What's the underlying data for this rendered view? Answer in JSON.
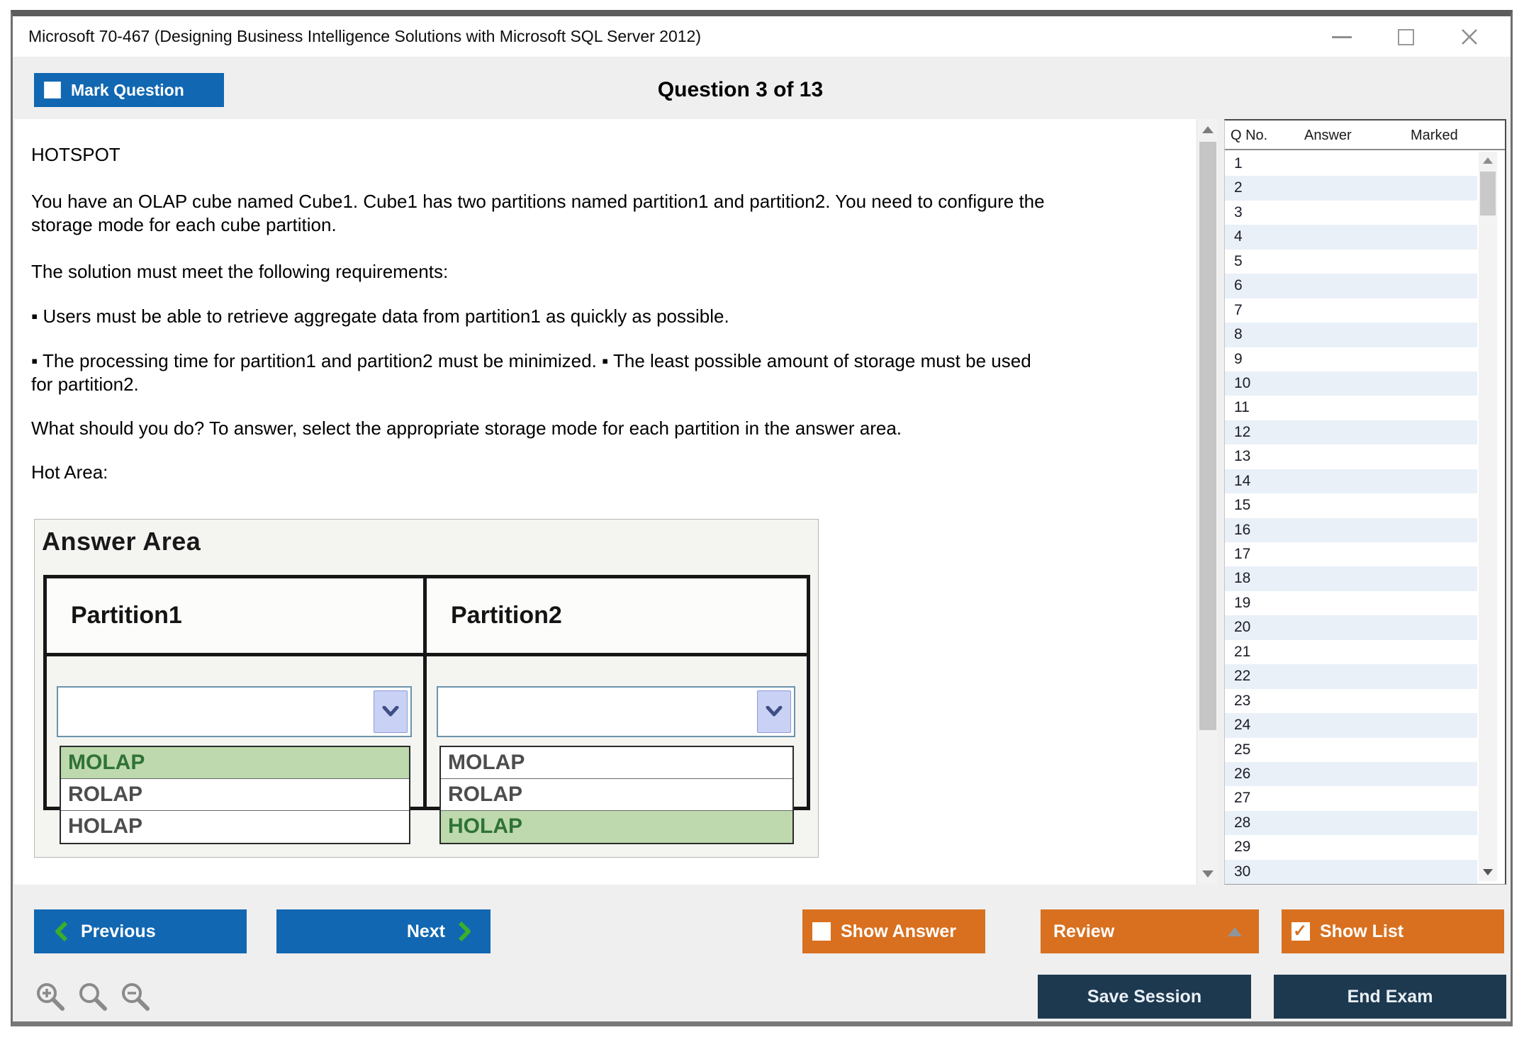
{
  "window": {
    "title": "Microsoft 70-467 (Designing Business Intelligence Solutions with Microsoft SQL Server 2012)"
  },
  "header": {
    "mark_question_label": "Mark Question",
    "question_counter": "Question 3 of 13"
  },
  "question": {
    "blocks": [
      "HOTSPOT",
      "You have an OLAP cube named Cube1. Cube1 has two partitions named partition1 and partition2. You need to configure the\nstorage mode for each cube partition.",
      "The solution must meet the following requirements:",
      "▪ Users must be able to retrieve aggregate data from partition1 as quickly as possible.",
      "▪ The processing time for partition1 and partition2 must be minimized.  ▪ The least possible amount of storage must be used\nfor partition2.",
      "What should you do? To answer, select the appropriate storage mode for each partition in the answer area.",
      "Hot Area:"
    ]
  },
  "answer_area": {
    "title": "Answer Area",
    "columns": [
      {
        "header": "Partition1",
        "combobox_value": "",
        "options": [
          {
            "label": "MOLAP",
            "highlighted": true
          },
          {
            "label": "ROLAP",
            "highlighted": false
          },
          {
            "label": "HOLAP",
            "highlighted": false
          }
        ]
      },
      {
        "header": "Partition2",
        "combobox_value": "",
        "options": [
          {
            "label": "MOLAP",
            "highlighted": false
          },
          {
            "label": "ROLAP",
            "highlighted": false
          },
          {
            "label": "HOLAP",
            "highlighted": true
          }
        ]
      }
    ]
  },
  "sidebar": {
    "columns": [
      "Q No.",
      "Answer",
      "Marked"
    ],
    "question_numbers": [
      1,
      2,
      3,
      4,
      5,
      6,
      7,
      8,
      9,
      10,
      11,
      12,
      13,
      14,
      15,
      16,
      17,
      18,
      19,
      20,
      21,
      22,
      23,
      24,
      25,
      26,
      27,
      28,
      29,
      30
    ]
  },
  "footer": {
    "previous_label": "Previous",
    "next_label": "Next",
    "show_answer_label": "Show Answer",
    "review_label": "Review",
    "show_list_label": "Show List",
    "save_session_label": "Save Session",
    "end_exam_label": "End Exam",
    "show_answer_checked": false,
    "show_list_checked": true
  },
  "colors": {
    "primary_blue": "#1167b1",
    "accent_orange": "#d8701f",
    "dark_navy": "#1d3950",
    "chevron_green": "#3bae2b",
    "highlight_green": "#bdd9ad",
    "app_background": "#efeff0"
  }
}
